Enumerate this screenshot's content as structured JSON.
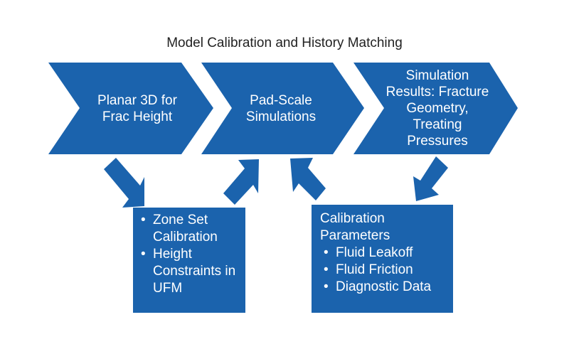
{
  "title": "Model Calibration and History Matching",
  "colors": {
    "shape_fill": "#1b63ad",
    "text_on_shape": "#ffffff",
    "title_text": "#222222",
    "background": "#ffffff"
  },
  "chevrons": [
    {
      "label": "Planar 3D for Frac Height"
    },
    {
      "label": "Pad-Scale Simulations"
    },
    {
      "label": "Simulation Results: Fracture Geometry, Treating Pressures"
    }
  ],
  "boxes": [
    {
      "heading": "",
      "bullets": [
        "Zone Set Calibration",
        "Height Constraints in UFM"
      ]
    },
    {
      "heading": "Calibration Parameters",
      "bullets": [
        "Fluid Leakoff",
        "Fluid Friction",
        "Diagnostic Data"
      ]
    }
  ],
  "arrows": [
    {
      "from": "Planar 3D for Frac Height",
      "to": "Zone Set Calibration / Height Constraints box"
    },
    {
      "from": "Zone Set Calibration / Height Constraints box",
      "to": "Pad-Scale Simulations"
    },
    {
      "from": "Calibration Parameters box",
      "to": "Pad-Scale Simulations"
    },
    {
      "from": "Simulation Results: Fracture Geometry, Treating Pressures",
      "to": "Calibration Parameters box"
    }
  ]
}
